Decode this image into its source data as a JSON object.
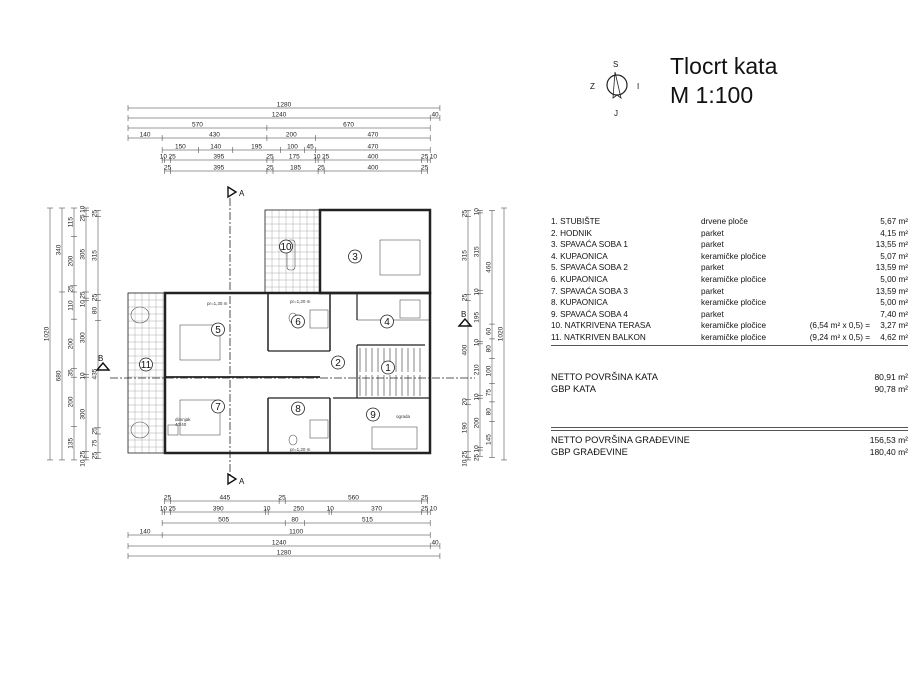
{
  "title": {
    "line1": "Tlocrt kata",
    "line2": "M 1:100"
  },
  "compass": {
    "north": "S",
    "south": "J",
    "west": "Z",
    "east": "I"
  },
  "sections": {
    "a": "A",
    "b": "B"
  },
  "rooms": [
    "1",
    "2",
    "3",
    "4",
    "5",
    "6",
    "7",
    "8",
    "9",
    "10",
    "11"
  ],
  "annotations": {
    "chimney": "dimnjak",
    "chimney_size": "40/40",
    "fence": "ograda",
    "sill1": "pr=1,30 m",
    "sill2": "pr=1,20 m",
    "sill3": "pr=1,20 m"
  },
  "legend": [
    {
      "name": "1.  STUBIŠTE",
      "material": "drvene ploče",
      "area": "5,67 m²"
    },
    {
      "name": "2.  HODNIK",
      "material": "parket",
      "area": "4,15 m²"
    },
    {
      "name": "3.  SPAVAĆA SOBA 1",
      "material": "parket",
      "area": "13,55 m²"
    },
    {
      "name": "4.  KUPAONICA",
      "material": "keramičke pločice",
      "area": "5,07 m²"
    },
    {
      "name": "5.  SPAVAĆA SOBA 2",
      "material": "parket",
      "area": "13,59 m²"
    },
    {
      "name": "6.  KUPAONICA",
      "material": "keramičke pločice",
      "area": "5,00 m²"
    },
    {
      "name": "7.  SPAVAĆA SOBA 3",
      "material": "parket",
      "area": "13,59 m²"
    },
    {
      "name": "8.  KUPAONICA",
      "material": "keramičke pločice",
      "area": "5,00 m²"
    },
    {
      "name": "9.  SPAVAĆA SOBA 4",
      "material": "parket",
      "area": "7,40 m²"
    },
    {
      "name": "10. NATKRIVENA TERASA",
      "material": "keramičke pločice",
      "calc": "(6,54 m² x 0,5)  =",
      "area": "3,27 m²"
    },
    {
      "name": "11. NATKRIVEN BALKON",
      "material": "keramičke pločice",
      "calc": "(9,24 m² x 0,5)  =",
      "area": "4,62 m²"
    }
  ],
  "floor_summary": [
    {
      "label": "NETTO POVRŠINA KATA",
      "value": "80,91 m²"
    },
    {
      "label": "GBP KATA",
      "value": "90,78 m²"
    }
  ],
  "building_summary": [
    {
      "label": "NETTO POVRŠINA GRAĐEVINE",
      "value": "156,53 m²"
    },
    {
      "label": "GBP GRAĐEVINE",
      "value": "180,40 m²"
    }
  ],
  "dims": {
    "top": [
      [
        1280
      ],
      [
        1240,
        40
      ],
      [
        570,
        670
      ],
      [
        140,
        430,
        200,
        470
      ],
      [
        150,
        140,
        195,
        100,
        45,
        470
      ],
      [
        10,
        25,
        395,
        25,
        175,
        10,
        25,
        400,
        25,
        10
      ],
      [
        25,
        395,
        25,
        185,
        25,
        400,
        25
      ]
    ],
    "bottom": [
      [
        25,
        445,
        25,
        560,
        25
      ],
      [
        10,
        25,
        390,
        10,
        250,
        10,
        370,
        25,
        10
      ],
      [
        505,
        80,
        515
      ],
      [
        140,
        1100
      ],
      [
        1240,
        40
      ],
      [
        1280
      ]
    ],
    "left": [
      [
        1020
      ],
      [
        340,
        680
      ],
      [
        115,
        200,
        25,
        110,
        200,
        35,
        200,
        135
      ],
      [
        10,
        25,
        305,
        25,
        10,
        300,
        10,
        300,
        25,
        10
      ],
      [
        25,
        315,
        25,
        80,
        435,
        25,
        75,
        25
      ]
    ],
    "right": [
      [
        25,
        315,
        25,
        400,
        20,
        190,
        25,
        10
      ],
      [
        10,
        315,
        10,
        195,
        10,
        210,
        10,
        200,
        10,
        25
      ],
      [
        460,
        60,
        80,
        100,
        75,
        80,
        145
      ],
      [
        1020
      ]
    ]
  }
}
